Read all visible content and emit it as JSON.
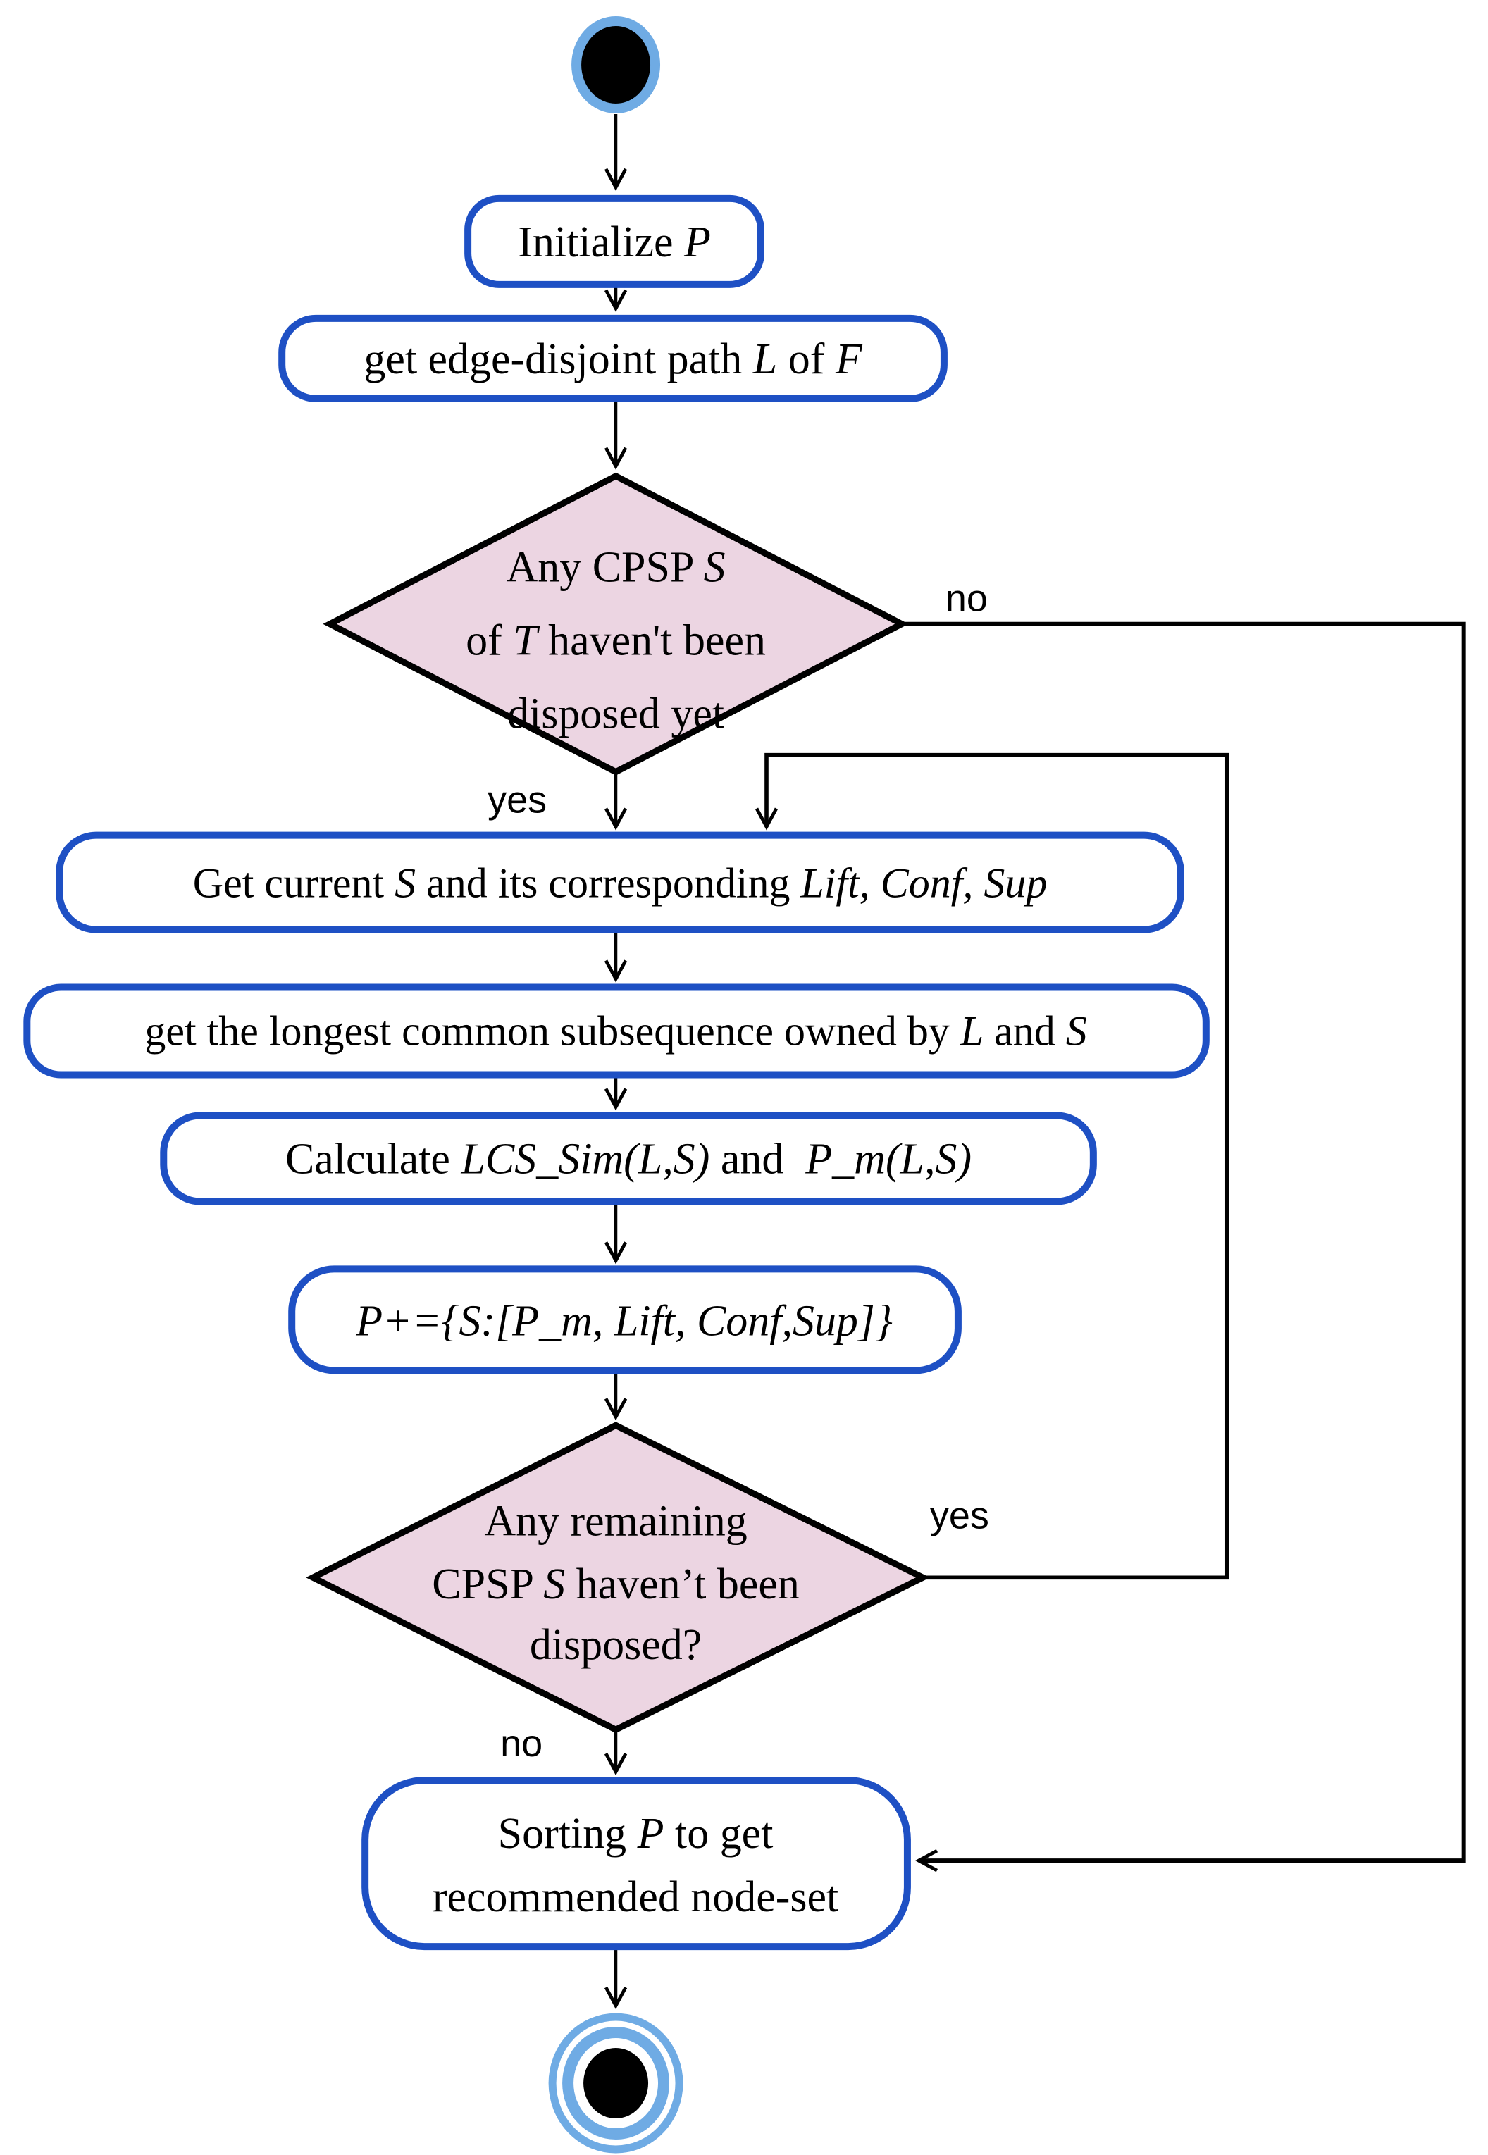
{
  "colors": {
    "box_border": "#1e50c4",
    "diamond_fill": "#ecd5e2",
    "diamond_border": "#000000",
    "terminal_ring": "#6fabe4",
    "terminal_fill": "#000000",
    "line": "#000000",
    "text": "#000000",
    "background": "#ffffff"
  },
  "nodes": {
    "start": {
      "type": "start-terminal"
    },
    "initialize": {
      "parts": [
        {
          "t": "Initialize ",
          "it": false
        },
        {
          "t": "P",
          "it": true
        }
      ]
    },
    "get_path": {
      "parts": [
        {
          "t": "get edge-disjoint path ",
          "it": false
        },
        {
          "t": "L",
          "it": true
        },
        {
          "t": " of ",
          "it": false
        },
        {
          "t": "F",
          "it": true
        }
      ]
    },
    "decision1": {
      "lines": [
        [
          {
            "t": "Any CPSP ",
            "it": false
          },
          {
            "t": "S",
            "it": true
          }
        ],
        [
          {
            "t": "of ",
            "it": false
          },
          {
            "t": "T",
            "it": true
          },
          {
            "t": " haven't been",
            "it": false
          }
        ],
        [
          {
            "t": "disposed yet",
            "it": false
          }
        ]
      ]
    },
    "get_current": {
      "parts": [
        {
          "t": "Get current ",
          "it": false
        },
        {
          "t": "S",
          "it": true
        },
        {
          "t": " and its corresponding ",
          "it": false
        },
        {
          "t": "Lift, Conf, Sup",
          "it": true
        }
      ]
    },
    "get_lcs": {
      "parts": [
        {
          "t": "get the longest common subsequence owned by ",
          "it": false
        },
        {
          "t": "L",
          "it": true
        },
        {
          "t": " and ",
          "it": false
        },
        {
          "t": "S",
          "it": true
        }
      ]
    },
    "calculate": {
      "parts": [
        {
          "t": "Calculate ",
          "it": false
        },
        {
          "t": "LCS_Sim(L,S)",
          "it": true
        },
        {
          "t": " and  ",
          "it": false
        },
        {
          "t": "P_m(L,S)",
          "it": true
        }
      ]
    },
    "update_p": {
      "parts": [
        {
          "t": "P+={S:[P_m, Lift, Conf,Sup]}",
          "it": true
        }
      ]
    },
    "decision2": {
      "lines": [
        [
          {
            "t": "Any remaining",
            "it": false
          }
        ],
        [
          {
            "t": "CPSP ",
            "it": false
          },
          {
            "t": "S",
            "it": true
          },
          {
            "t": " haven’t been",
            "it": false
          }
        ],
        [
          {
            "t": "disposed?",
            "it": false
          }
        ]
      ]
    },
    "sorting": {
      "lines": [
        [
          {
            "t": "Sorting ",
            "it": false
          },
          {
            "t": "P",
            "it": true
          },
          {
            "t": " to get",
            "it": false
          }
        ],
        [
          {
            "t": "recommended node-set",
            "it": false
          }
        ]
      ]
    },
    "end": {
      "type": "end-terminal"
    }
  },
  "edge_labels": {
    "no_top": "no",
    "yes_top": "yes",
    "yes_bottom": "yes",
    "no_bottom": "no"
  }
}
